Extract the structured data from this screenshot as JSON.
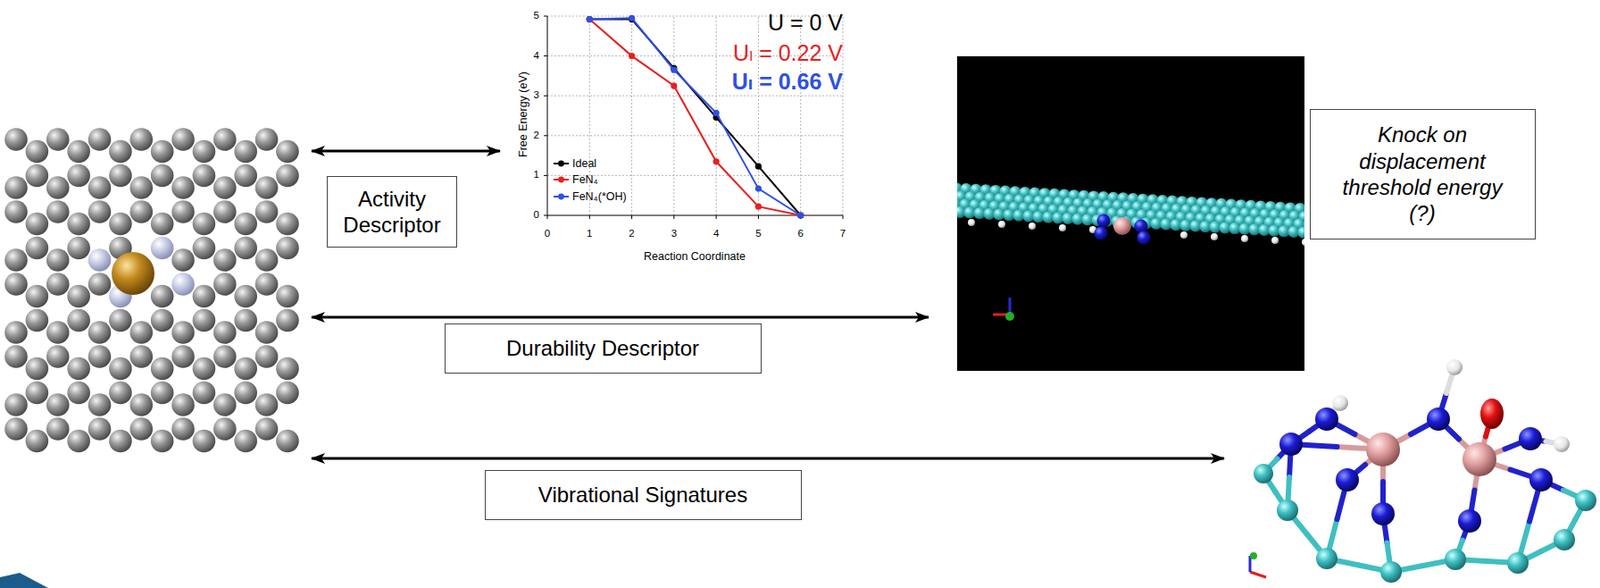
{
  "diagram": {
    "nodes": [
      {
        "text": [
          "Activity Descriptor"
        ]
      },
      {
        "text": [
          "Knock on displacement threshold energy (?)"
        ]
      },
      {
        "text": [
          "Durability Descriptor"
        ]
      },
      {
        "text": [
          "Vibrational Signatures"
        ]
      }
    ],
    "labels": [
      "U = 0 V",
      "Uₗ = 0.22 V",
      "Uₗ = 0.66 V",
      "Free Energy (eV)",
      "Reaction Coordinate",
      "0",
      "1",
      "2",
      "3",
      "4",
      "5",
      "0",
      "1",
      "2",
      "3",
      "4",
      "5",
      "6",
      "7"
    ],
    "legend": [
      {
        "text": "Ideal"
      },
      {
        "text": "FeN₄"
      },
      {
        "text": "FeN₄(*OH)"
      }
    ]
  }
}
